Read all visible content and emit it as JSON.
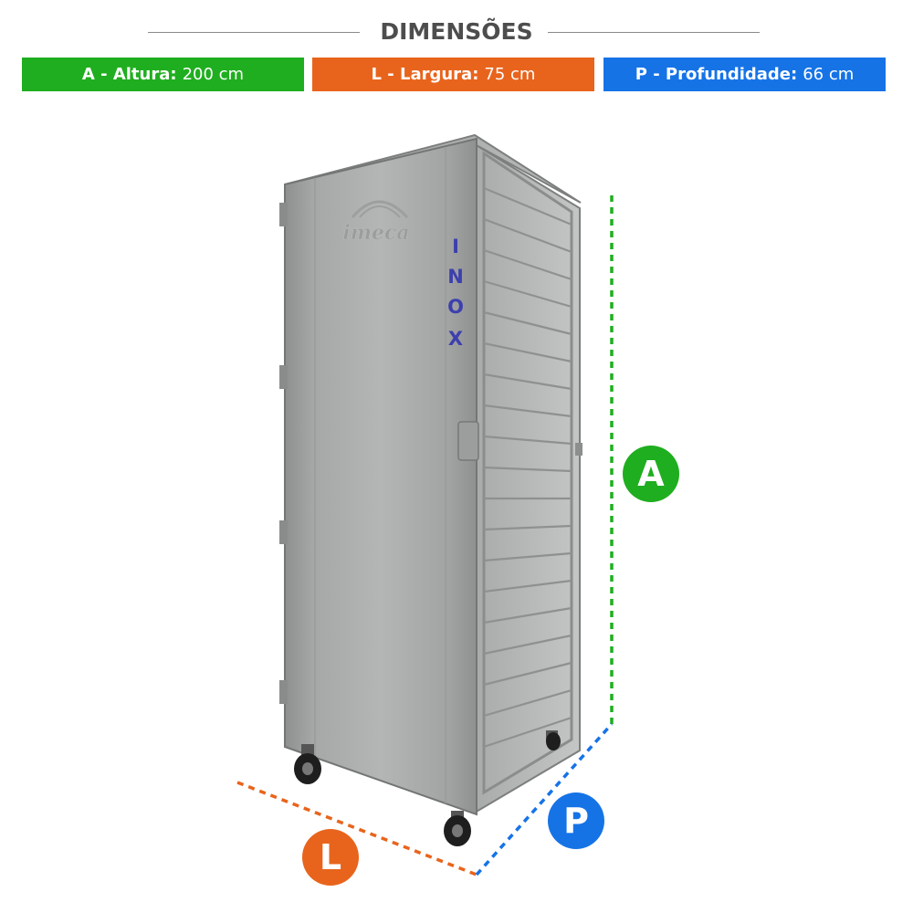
{
  "header": {
    "title": "DIMENSÕES"
  },
  "dimensions": {
    "height": {
      "label": "A - Altura:",
      "value": "200 cm",
      "color": "#1fae1f"
    },
    "width": {
      "label": "L - Largura:",
      "value": "75 cm",
      "color": "#e8641c"
    },
    "depth": {
      "label": "P - Profundidade:",
      "value": "66 cm",
      "color": "#1673e6"
    }
  },
  "markers": {
    "a": "A",
    "l": "L",
    "p": "P"
  },
  "product": {
    "logo_text": "imeca",
    "side_text": [
      "I",
      "N",
      "O",
      "X"
    ]
  }
}
